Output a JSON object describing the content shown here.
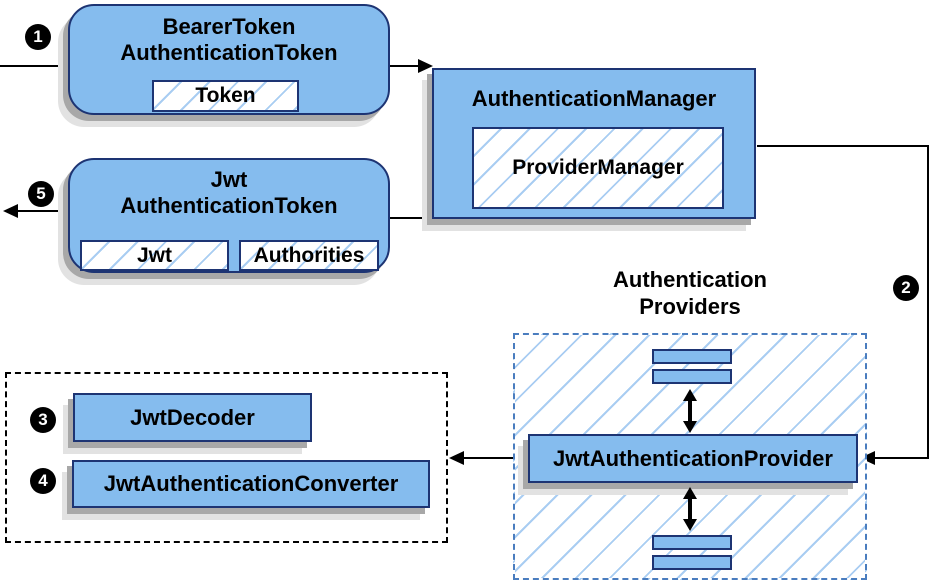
{
  "diagram": {
    "badges": {
      "step1": "1",
      "step2": "2",
      "step3": "3",
      "step4": "4",
      "step5": "5"
    },
    "bearer_box": {
      "title_line1": "BearerToken",
      "title_line2": "AuthenticationToken",
      "field": "Token"
    },
    "manager_box": {
      "title": "AuthenticationManager",
      "inner": "ProviderManager"
    },
    "jwt_box": {
      "title_line1": "Jwt",
      "title_line2": "AuthenticationToken",
      "field_jwt": "Jwt",
      "field_authorities": "Authorities"
    },
    "providers": {
      "title_line1": "Authentication",
      "title_line2": "Providers",
      "provider_label": "JwtAuthenticationProvider"
    },
    "decoder_label": "JwtDecoder",
    "converter_label": "JwtAuthenticationConverter",
    "colors": {
      "node_fill": "#85BCEE",
      "node_border": "#1D3473",
      "hatch_line": "#A9CDF2",
      "providers_border": "#4A7DBF",
      "shadow": "#A8A8A8"
    }
  }
}
